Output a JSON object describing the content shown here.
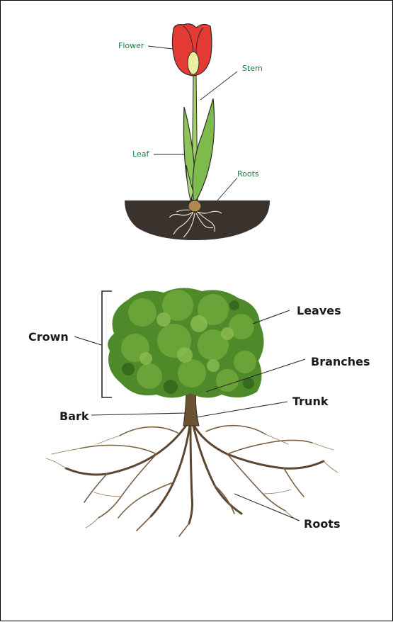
{
  "tulip_diagram": {
    "labels": {
      "flower": "Flower",
      "stem": "Stem",
      "leaf": "Leaf",
      "roots": "Roots"
    }
  },
  "tree_diagram": {
    "labels": {
      "crown": "Crown",
      "leaves": "Leaves",
      "branches": "Branches",
      "trunk": "Trunk",
      "bark": "Bark",
      "roots": "Roots"
    }
  },
  "colors": {
    "small_label": "#1c7a3e",
    "big_label": "#1a1a1a",
    "petal": "#e33b33",
    "stem": "#9fd06a",
    "soil": "#3a322c",
    "foliage": "#4f8a2a",
    "trunk": "#6b5232"
  }
}
